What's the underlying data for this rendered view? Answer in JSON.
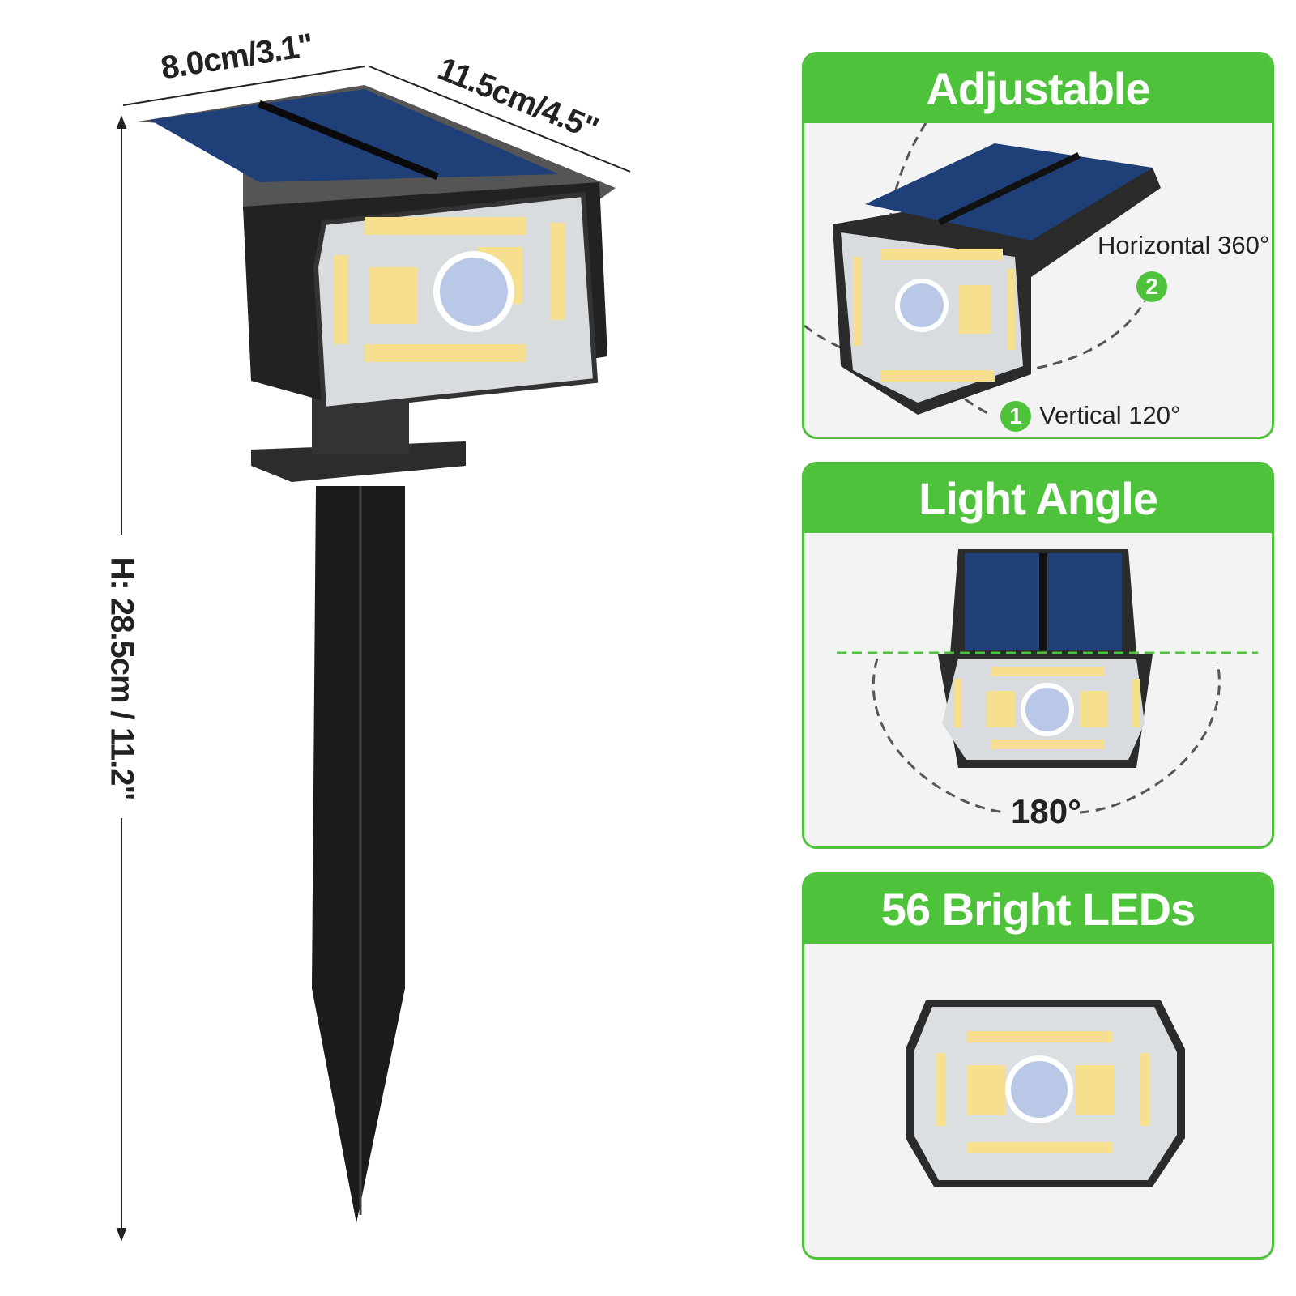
{
  "dimensions": {
    "width": "8.0cm/3.1\"",
    "depth": "11.5cm/4.5\"",
    "height": "H: 28.5cm / 11.2\""
  },
  "panels": [
    {
      "title": "Adjustable",
      "labels": {
        "horizontal": "Horizontal 360°",
        "horizontal_num": "2",
        "vertical": "Vertical 120°",
        "vertical_num": "1"
      }
    },
    {
      "title": "Light Angle",
      "labels": {
        "angle": "180°"
      }
    },
    {
      "title": "56 Bright LEDs"
    }
  ],
  "colors": {
    "accent": "#4fc23b",
    "panel_bg": "#f3f3f3",
    "solar": "#1e3f78",
    "body": "#2a2a2a",
    "led": "#f6df8e"
  }
}
